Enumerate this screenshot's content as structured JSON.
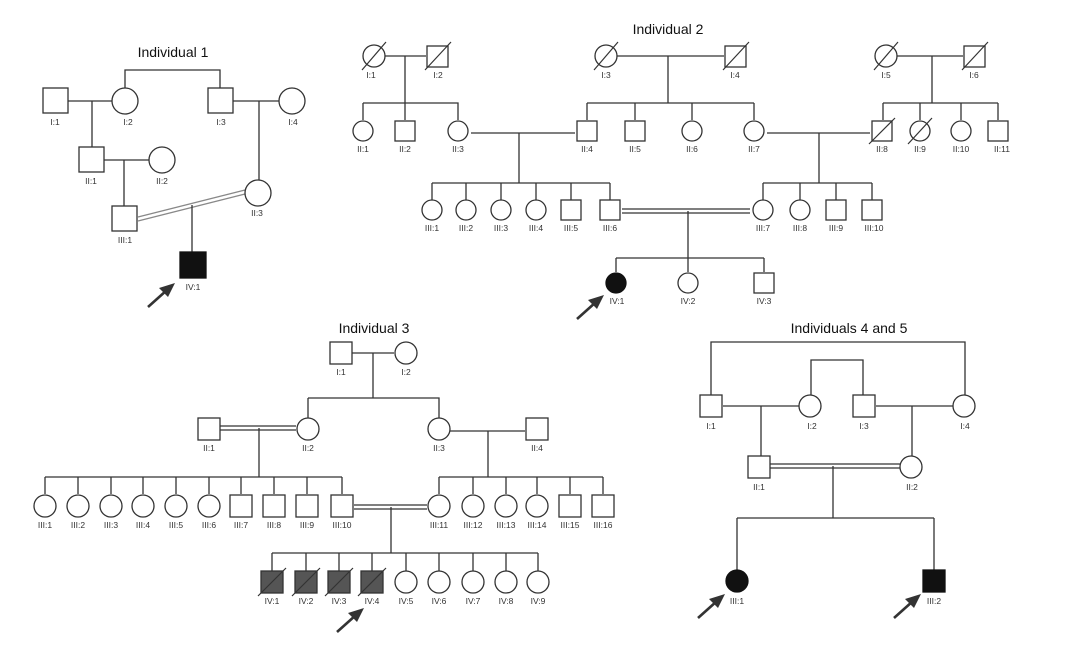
{
  "titles": {
    "p1": "Individual 1",
    "p2": "Individual 2",
    "p3": "Individual 3",
    "p4": "Individuals 4 and 5"
  },
  "pedigrees": {
    "p1": {
      "I1": "I:1",
      "I2": "I:2",
      "I3": "I:3",
      "I4": "I:4",
      "II1": "II:1",
      "II2": "II:2",
      "II3": "II:3",
      "III1": "III:1",
      "IV1": "IV:1"
    },
    "p2": {
      "I1": "I:1",
      "I2": "I:2",
      "I3": "I:3",
      "I4": "I:4",
      "I5": "I:5",
      "I6": "I:6",
      "II1": "II:1",
      "II2": "II:2",
      "II3": "II:3",
      "II4": "II:4",
      "II5": "II:5",
      "II6": "II:6",
      "II7": "II:7",
      "II8": "II:8",
      "II9": "II:9",
      "II10": "II:10",
      "II11": "II:11",
      "III1": "III:1",
      "III2": "III:2",
      "III3": "III:3",
      "III4": "III:4",
      "III5": "III:5",
      "III6": "III:6",
      "III7": "III:7",
      "III8": "III:8",
      "III9": "III:9",
      "III10": "III:10",
      "IV1": "IV:1",
      "IV2": "IV:2",
      "IV3": "IV:3"
    },
    "p3": {
      "I1": "I:1",
      "I2": "I:2",
      "II1": "II:1",
      "II2": "II:2",
      "II3": "II:3",
      "II4": "II:4",
      "III1": "III:1",
      "III2": "III:2",
      "III3": "III:3",
      "III4": "III:4",
      "III5": "III:5",
      "III6": "III:6",
      "III7": "III:7",
      "III8": "III:8",
      "III9": "III:9",
      "III10": "III:10",
      "III11": "III:11",
      "III12": "III:12",
      "III13": "III:13",
      "III14": "III:14",
      "III15": "III:15",
      "III16": "III:16",
      "IV1": "IV:1",
      "IV2": "IV:2",
      "IV3": "IV:3",
      "IV4": "IV:4",
      "IV5": "IV:5",
      "IV6": "IV:6",
      "IV7": "IV:7",
      "IV8": "IV:8",
      "IV9": "IV:9"
    },
    "p4": {
      "I1": "I:1",
      "I2": "I:2",
      "I3": "I:3",
      "I4": "I:4",
      "II1": "II:1",
      "II2": "II:2",
      "III1": "III:1",
      "III2": "III:2"
    }
  },
  "icons": {
    "proband_marker": "arrow-icon",
    "male": "square-icon",
    "female": "circle-icon",
    "deceased": "slash-icon"
  },
  "colors": {
    "affected": "#111111",
    "affected_variant": "#555555",
    "unaffected": "#ffffff",
    "line": "#333333"
  }
}
